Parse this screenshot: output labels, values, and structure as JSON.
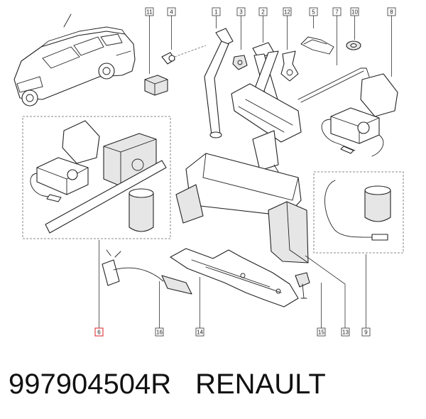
{
  "callouts": {
    "c1": "1",
    "c2": "2",
    "c3": "3",
    "c4": "4",
    "c5": "5",
    "c6": "6",
    "c7": "7",
    "c8": "8",
    "c9": "9",
    "c10": "10",
    "c11": "11",
    "c12": "12",
    "c13": "13",
    "c14": "14",
    "c15": "15",
    "c16": "16"
  },
  "highlight_color": "#d22222",
  "footer": {
    "part_number": "997904504R",
    "brand": "RENAULT"
  }
}
